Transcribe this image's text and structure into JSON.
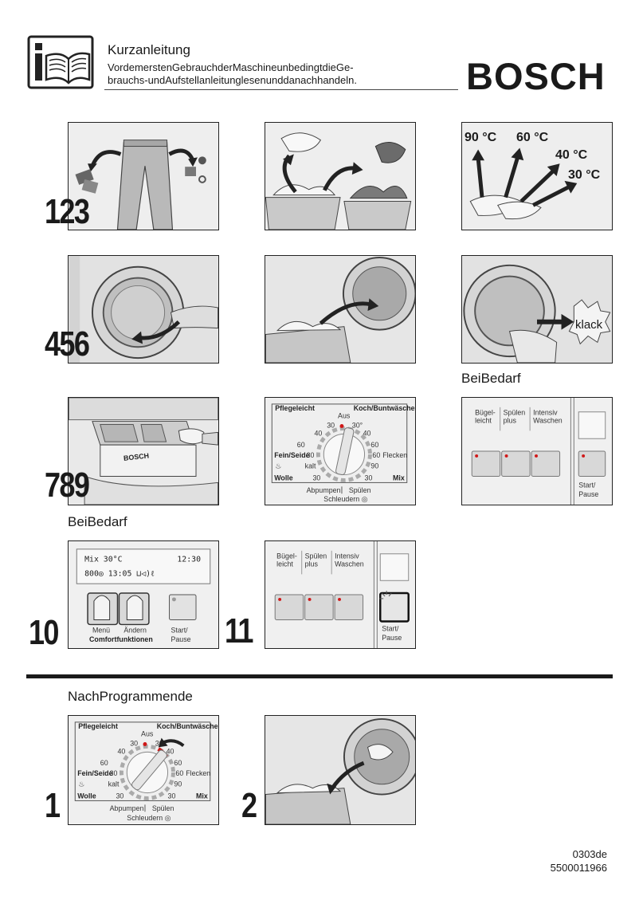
{
  "header": {
    "title": "Kurzanleitung",
    "line1": "VordemerstenGebrauchderMaschineunbedingtdieGe-",
    "line2": "brauchs-undAufstellanleitunglesenunddanachhandeln.",
    "brand": "BOSCH",
    "icon": "manual-book-icon"
  },
  "steps": {
    "n123": "123",
    "n456": "456",
    "n789": "789",
    "n10": "10",
    "n11": "11",
    "n1": "1",
    "n2": "2"
  },
  "temps": {
    "t90": "90 °C",
    "t60": "60 °C",
    "t40": "40 °C",
    "t30": "30 °C"
  },
  "door": {
    "klack": "klack"
  },
  "captions": {
    "bei_bedarf_1": "BeiBedarf",
    "bei_bedarf_2": "BeiBedarf",
    "nach_programmende": "NachProgrammende"
  },
  "dial": {
    "pflegeleicht": "Pflegeleicht",
    "koch": "Koch/Buntwäsche",
    "aus": "Aus",
    "n30a": "30",
    "n30b": "30°",
    "n40a": "40",
    "n40b": "40",
    "n60a": "60",
    "n60b": "60",
    "flecken": "Flecken",
    "fein": "Fein/Seide",
    "fein30": "30",
    "n90": "90",
    "kalt": "kalt",
    "wolle": "Wolle",
    "w30a": "30",
    "w30b": "30",
    "mix": "Mix",
    "abpumpen": "Abpumpen",
    "spuelen": "Spülen",
    "schleudern": "Schleudern ◎"
  },
  "options": {
    "buegel": [
      "Bügel-",
      "leicht"
    ],
    "spuelen": [
      "Spülen",
      "plus"
    ],
    "intensiv": [
      "Intensiv",
      "Waschen"
    ],
    "start": [
      "Start/",
      "Pause"
    ]
  },
  "display": {
    "line1_left": "Mix 30°C",
    "line1_right": "12:30",
    "line2": "800◎ 13:05  ⊔◁)ℓ",
    "menu": "Menü",
    "aendern": "Ändern",
    "comfort": "Comfortfunktionen",
    "start": "Start/",
    "pause": "Pause"
  },
  "footer": {
    "code1": "0303de",
    "code2": "5500011966"
  }
}
